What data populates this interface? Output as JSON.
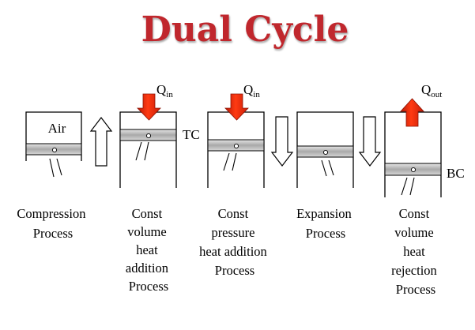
{
  "title": "Dual Cycle",
  "colors": {
    "title": "#c0272d",
    "heat_arrow": "#e8200c",
    "piston": "#b0b0b0"
  },
  "labels": {
    "air": "Air",
    "tc": "TC",
    "bc": "BC"
  },
  "heat": {
    "q_in_main": "Q",
    "q_in_sub": "in",
    "q_out_main": "Q",
    "q_out_sub": "out"
  },
  "stages": [
    {
      "caption_lines": [
        "Compression",
        "Process"
      ],
      "motion_arrow": "up-arrow-icon"
    },
    {
      "caption_lines": [
        "Const",
        "volume",
        "heat",
        "addition",
        "Process"
      ],
      "heat_arrow": "down-red-arrow-icon"
    },
    {
      "caption_lines": [
        "Const",
        "pressure",
        "heat addition",
        "Process"
      ],
      "heat_arrow": "down-red-arrow-icon"
    },
    {
      "caption_lines": [
        "Expansion",
        "Process"
      ],
      "motion_arrow": "down-arrow-icon"
    },
    {
      "caption_lines": [
        "Const",
        "volume",
        "heat",
        "rejection",
        "Process"
      ],
      "heat_arrow": "up-red-arrow-icon"
    }
  ]
}
